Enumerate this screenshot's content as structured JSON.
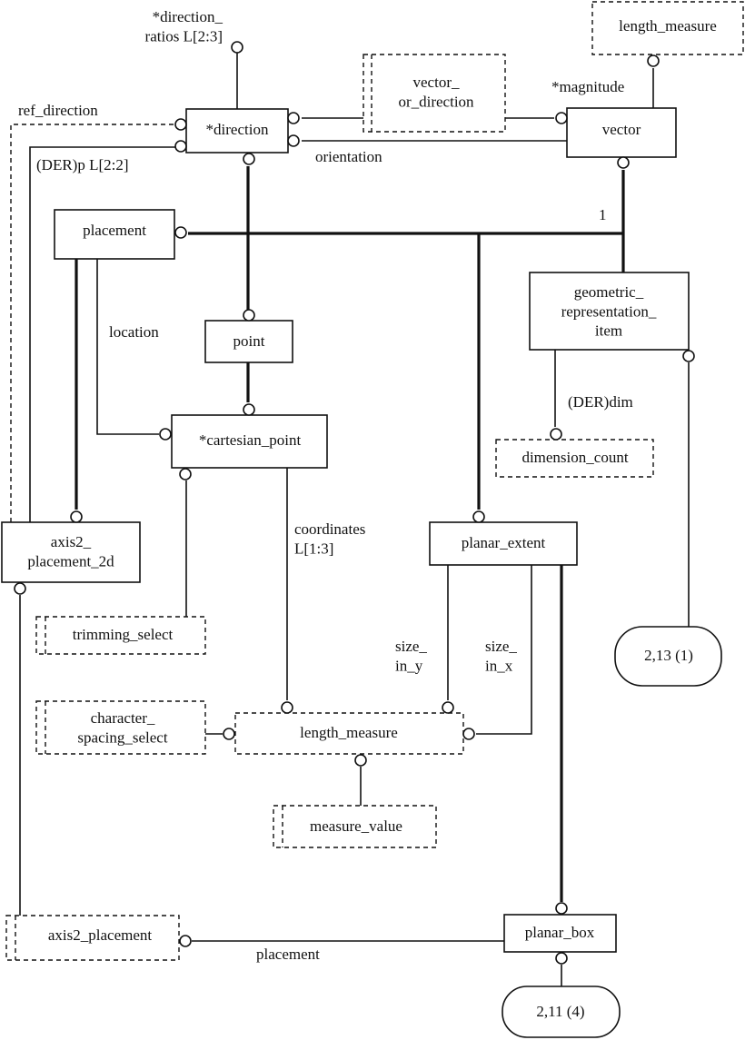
{
  "diagram": {
    "type": "EXPRESS-G",
    "entities": [
      {
        "id": "direction",
        "label": "*direction",
        "kind": "entity"
      },
      {
        "id": "vector",
        "label": "vector",
        "kind": "entity"
      },
      {
        "id": "placement",
        "label": "placement",
        "kind": "entity"
      },
      {
        "id": "point",
        "label": "point",
        "kind": "entity"
      },
      {
        "id": "cartesian_point",
        "label": "*cartesian_point",
        "kind": "entity"
      },
      {
        "id": "geometric_representation_item",
        "label": "geometric_\nrepresentation_\nitem",
        "kind": "entity"
      },
      {
        "id": "axis2_placement_2d",
        "label": "axis2_\nplacement_2d",
        "kind": "entity"
      },
      {
        "id": "planar_extent",
        "label": "planar_extent",
        "kind": "entity"
      },
      {
        "id": "planar_box",
        "label": "planar_box",
        "kind": "entity"
      },
      {
        "id": "length_measure_top",
        "label": "length_measure",
        "kind": "defined-type"
      },
      {
        "id": "vector_or_direction",
        "label": "vector_\nor_direction",
        "kind": "select-type"
      },
      {
        "id": "dimension_count",
        "label": "dimension_count",
        "kind": "defined-type"
      },
      {
        "id": "trimming_select",
        "label": "trimming_select",
        "kind": "select-type"
      },
      {
        "id": "character_spacing_select",
        "label": "character_\nspacing_select",
        "kind": "select-type"
      },
      {
        "id": "length_measure_mid",
        "label": "length_measure",
        "kind": "defined-type"
      },
      {
        "id": "measure_value",
        "label": "measure_value",
        "kind": "select-type"
      },
      {
        "id": "axis2_placement",
        "label": "axis2_placement",
        "kind": "select-type"
      },
      {
        "id": "ref_2_13",
        "label": "2,13 (1)",
        "kind": "page-reference"
      },
      {
        "id": "ref_2_11",
        "label": "2,11 (4)",
        "kind": "page-reference"
      }
    ],
    "attribute_labels": [
      {
        "id": "direction_ratios",
        "text": "*direction_\nratios L[2:3]"
      },
      {
        "id": "ref_direction",
        "text": "ref_direction"
      },
      {
        "id": "der_p",
        "text": "(DER)p L[2:2]"
      },
      {
        "id": "orientation",
        "text": "orientation"
      },
      {
        "id": "magnitude",
        "text": "*magnitude"
      },
      {
        "id": "one",
        "text": "1"
      },
      {
        "id": "location",
        "text": "location"
      },
      {
        "id": "der_dim",
        "text": "(DER)dim"
      },
      {
        "id": "coordinates",
        "text": "coordinates\nL[1:3]"
      },
      {
        "id": "size_in_y",
        "text": "size_\nin_y"
      },
      {
        "id": "size_in_x",
        "text": "size_\nin_x"
      },
      {
        "id": "placement_attr",
        "text": "placement"
      }
    ],
    "relationships": [
      {
        "from": "direction",
        "to": "direction_ratios_target",
        "label": "*direction_ratios L[2:3]",
        "style": "normal"
      },
      {
        "from": "axis2_placement_2d",
        "to": "direction",
        "label": "ref_direction",
        "style": "dashed"
      },
      {
        "from": "axis2_placement_2d",
        "to": "direction",
        "label": "(DER)p L[2:2]",
        "style": "normal"
      },
      {
        "from": "vector_or_direction",
        "to": "direction",
        "label": "",
        "style": "normal"
      },
      {
        "from": "vector",
        "to": "direction",
        "label": "orientation",
        "style": "normal"
      },
      {
        "from": "vector_or_direction",
        "to": "vector",
        "label": "",
        "style": "normal"
      },
      {
        "from": "vector",
        "to": "length_measure_top",
        "label": "*magnitude",
        "style": "normal"
      },
      {
        "from": "geometric_representation_item",
        "to": "direction",
        "label": "1",
        "style": "thick"
      },
      {
        "from": "geometric_representation_item",
        "to": "vector",
        "label": "1",
        "style": "thick"
      },
      {
        "from": "geometric_representation_item",
        "to": "placement",
        "label": "1",
        "style": "thick"
      },
      {
        "from": "geometric_representation_item",
        "to": "point",
        "label": "1",
        "style": "thick"
      },
      {
        "from": "geometric_representation_item",
        "to": "planar_extent",
        "label": "1",
        "style": "thick"
      },
      {
        "from": "placement",
        "to": "cartesian_point",
        "label": "location",
        "style": "normal"
      },
      {
        "from": "placement",
        "to": "axis2_placement_2d",
        "label": "",
        "style": "thick"
      },
      {
        "from": "point",
        "to": "cartesian_point",
        "label": "",
        "style": "thick"
      },
      {
        "from": "geometric_representation_item",
        "to": "dimension_count",
        "label": "(DER)dim",
        "style": "normal"
      },
      {
        "from": "ref_2_13",
        "to": "geometric_representation_item",
        "label": "",
        "style": "normal"
      },
      {
        "from": "trimming_select",
        "to": "cartesian_point",
        "label": "",
        "style": "normal"
      },
      {
        "from": "cartesian_point",
        "to": "length_measure_mid",
        "label": "coordinates L[1:3]",
        "style": "normal"
      },
      {
        "from": "character_spacing_select",
        "to": "length_measure_mid",
        "label": "",
        "style": "normal"
      },
      {
        "from": "planar_extent",
        "to": "length_measure_mid",
        "label": "size_in_y",
        "style": "normal"
      },
      {
        "from": "planar_extent",
        "to": "length_measure_mid",
        "label": "size_in_x",
        "style": "normal"
      },
      {
        "from": "measure_value",
        "to": "length_measure_mid",
        "label": "",
        "style": "normal"
      },
      {
        "from": "planar_extent",
        "to": "planar_box",
        "label": "",
        "style": "thick"
      },
      {
        "from": "axis2_placement",
        "to": "axis2_placement_2d",
        "label": "",
        "style": "normal"
      },
      {
        "from": "planar_box",
        "to": "axis2_placement",
        "label": "placement",
        "style": "normal"
      },
      {
        "from": "ref_2_11",
        "to": "planar_box",
        "label": "",
        "style": "normal"
      }
    ]
  }
}
